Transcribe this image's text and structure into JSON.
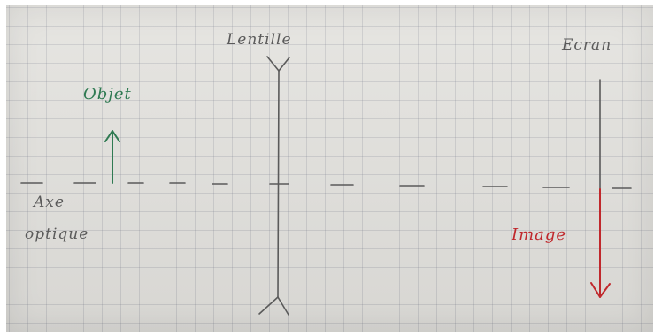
{
  "diagram": {
    "labels": {
      "lens": "Lentille",
      "screen": "Ecran",
      "object": "Objet",
      "image": "Image",
      "axis_line1": "Axe",
      "axis_line2": "optique"
    }
  },
  "colors": {
    "paper": "#e5e4e0",
    "grid": "#b0b4c0",
    "pencil": "#5a5a5a",
    "object_green": "#2f7a52",
    "image_red": "#c0282c"
  }
}
